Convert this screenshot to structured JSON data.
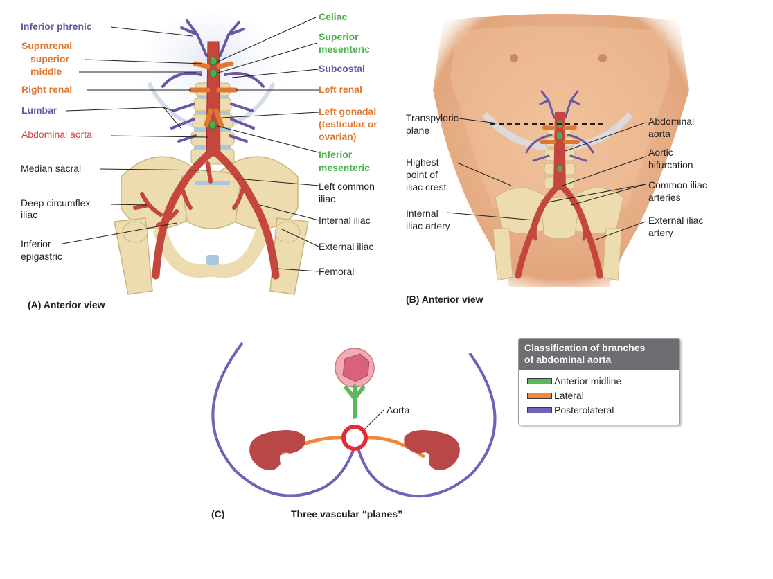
{
  "panel_a": {
    "labels_left": {
      "inferior_phrenic": "Inferior phrenic",
      "suprarenal": "Suprarenal",
      "superior": "superior",
      "middle": "middle",
      "right_renal": "Right renal",
      "lumbar": "Lumbar",
      "abdominal_aorta": "Abdominal aorta",
      "median_sacral": "Median sacral",
      "deep_circumflex_1": "Deep circumflex",
      "deep_circumflex_2": "iliac",
      "inferior_epigastric_1": "Inferior",
      "inferior_epigastric_2": "epigastric"
    },
    "labels_right": {
      "celiac": "Celiac",
      "superior_mesenteric_1": "Superior",
      "superior_mesenteric_2": "mesenteric",
      "subcostal": "Subcostal",
      "left_renal": "Left renal",
      "left_gonadal_1": "Left gonadal",
      "left_gonadal_2": "(testicular or",
      "left_gonadal_3": "ovarian)",
      "inferior_mesenteric_1": "Inferior",
      "inferior_mesenteric_2": "mesenteric",
      "left_common_iliac_1": "Left common",
      "left_common_iliac_2": "iliac",
      "internal_iliac": "Internal iliac",
      "external_iliac": "External iliac",
      "femoral": "Femoral"
    },
    "caption": "(A) Anterior view"
  },
  "panel_b": {
    "labels": {
      "transpyloric_1": "Transpyloric",
      "transpyloric_2": "plane",
      "highest_1": "Highest",
      "highest_2": "point of",
      "highest_3": "iliac crest",
      "internal_iliac_1": "Internal",
      "internal_iliac_2": "iliac artery",
      "abdominal_aorta_1": "Abdominal",
      "abdominal_aorta_2": "aorta",
      "aortic_bifurcation_1": "Aortic",
      "aortic_bifurcation_2": "bifurcation",
      "common_iliac_1": "Common iliac",
      "common_iliac_2": "arteries",
      "external_iliac_1": "External iliac",
      "external_iliac_2": "artery"
    },
    "caption": "(B) Anterior view"
  },
  "panel_c": {
    "aorta_label": "Aorta",
    "caption_letter": "(C)",
    "caption_title": "Three vascular “planes”"
  },
  "legend": {
    "title_1": "Classification of branches",
    "title_2": "of abdominal aorta",
    "items": [
      {
        "label": "Anterior midline",
        "color": "#5cb85c"
      },
      {
        "label": "Lateral",
        "color": "#f0883e"
      },
      {
        "label": "Posterolateral",
        "color": "#6f64b3"
      }
    ]
  },
  "colors": {
    "artery": "#c4463d",
    "bone": "#ecdcaf",
    "skin": "#eab48e",
    "purple": "#6a57a3",
    "orange": "#e0782f",
    "green": "#4bb04a",
    "red_label": "#e2373f"
  }
}
